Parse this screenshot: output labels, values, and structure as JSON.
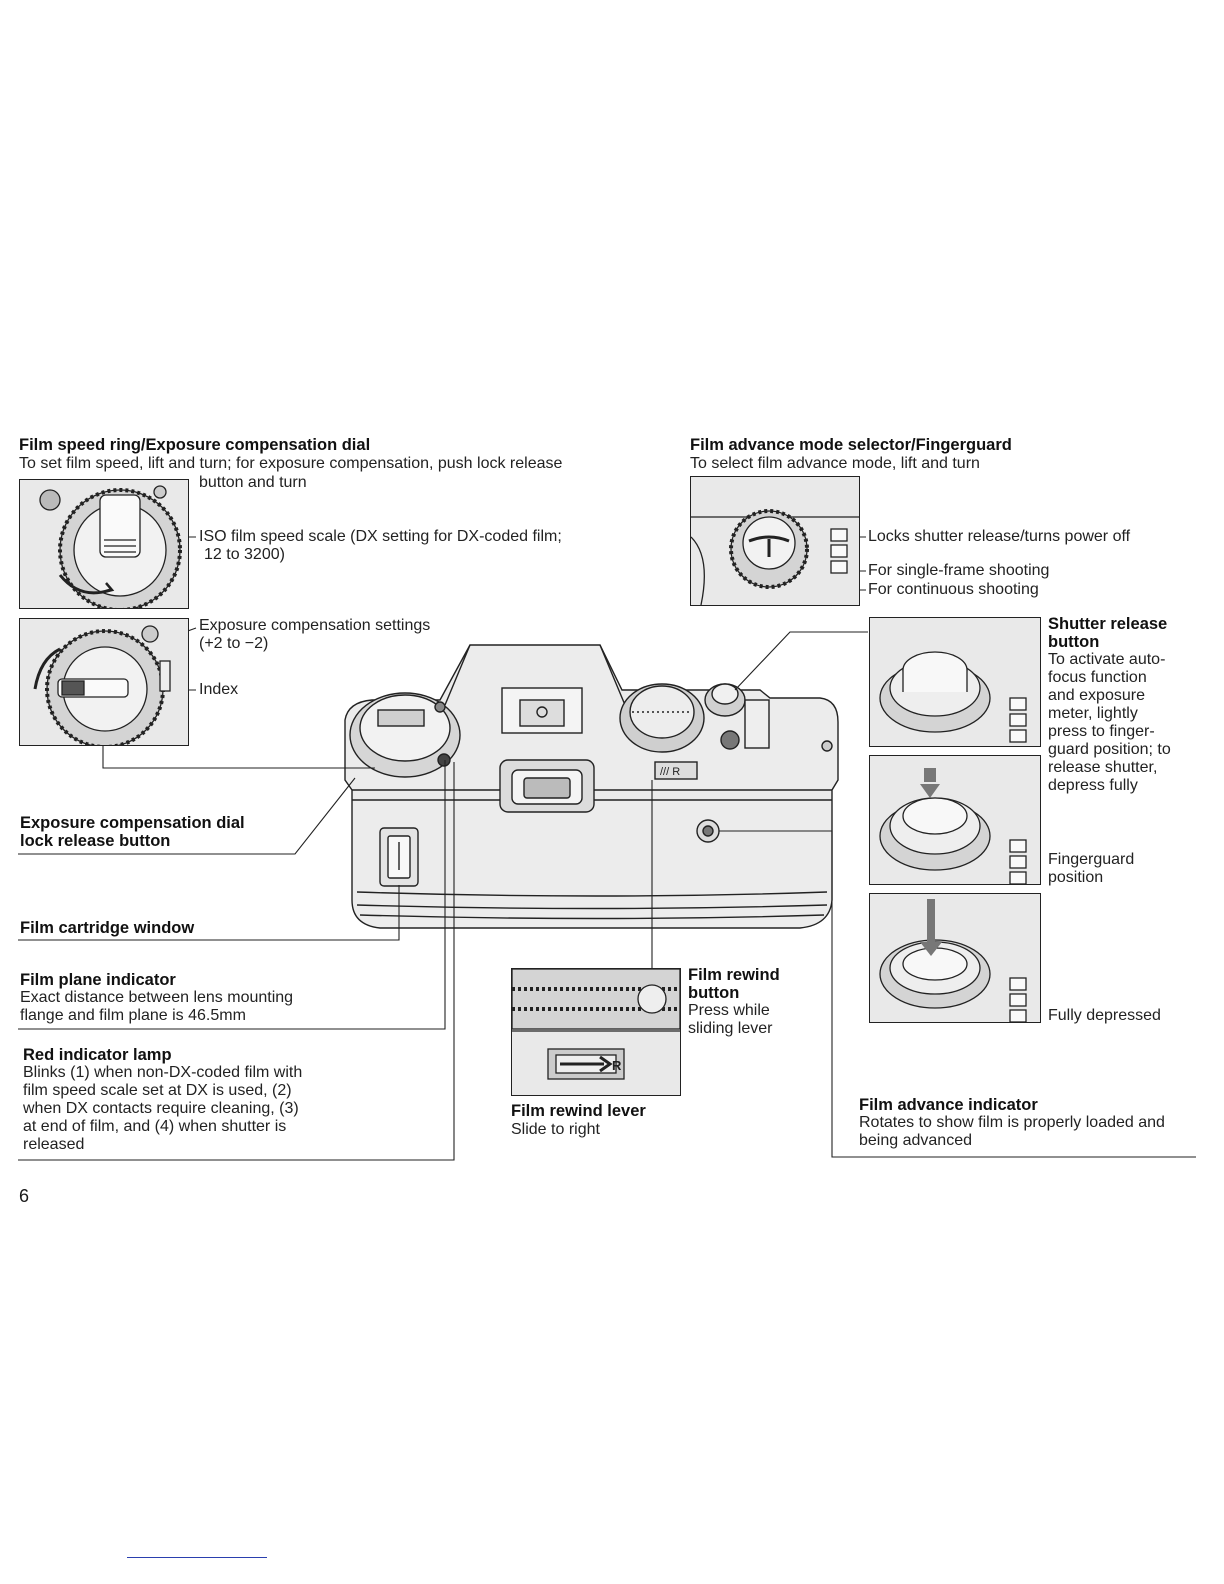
{
  "page_number": "6",
  "film_speed": {
    "title": "Film speed ring/Exposure compensation dial",
    "line1": "To set film speed, lift and turn; for exposure compensation, push lock release",
    "line2": "button and turn",
    "iso_scale_line1": "ISO film speed scale (DX setting for DX-coded film;",
    "iso_scale_line2": "12 to 3200)",
    "exposure_settings_line1": "Exposure compensation settings",
    "exposure_settings_line2": "(+2 to −2)",
    "index": "Index"
  },
  "advance_mode": {
    "title": "Film advance mode selector/Fingerguard",
    "desc": "To select film advance mode, lift and turn",
    "lock": "Locks shutter release/turns power off",
    "single": "For single-frame shooting",
    "continuous": "For continuous shooting"
  },
  "shutter": {
    "title_line1": "Shutter release",
    "title_line2": "button",
    "desc": [
      "To activate auto-",
      "focus function",
      "and exposure",
      "meter, lightly",
      "press to finger-",
      "guard position; to",
      "release shutter,",
      "depress fully"
    ],
    "fingerguard_line1": "Fingerguard",
    "fingerguard_line2": "position",
    "fully": "Fully depressed"
  },
  "lock_release": {
    "title_line1": "Exposure compensation dial",
    "title_line2": "lock release button"
  },
  "cartridge": {
    "title": "Film cartridge window"
  },
  "film_plane": {
    "title": "Film plane indicator",
    "line1": "Exact distance between lens mounting",
    "line2": "flange and film plane is 46.5mm"
  },
  "red_lamp": {
    "title": "Red indicator lamp",
    "lines": [
      "Blinks (1) when non-DX-coded film with",
      "film speed scale set at DX is used, (2)",
      "when DX contacts require cleaning, (3)",
      "at end of film, and (4) when shutter is",
      "released"
    ]
  },
  "rewind_button": {
    "title_line1": "Film rewind",
    "title_line2": "button",
    "line1": "Press while",
    "line2": "sliding lever"
  },
  "rewind_lever": {
    "title": "Film rewind lever",
    "desc": "Slide to right"
  },
  "advance_indicator": {
    "title": "Film advance indicator",
    "line1": "Rotates to show film is properly loaded and",
    "line2": "being advanced"
  },
  "colors": {
    "ink": "#222222",
    "panel": "#e9e9e9",
    "link": "#2a3fae"
  }
}
